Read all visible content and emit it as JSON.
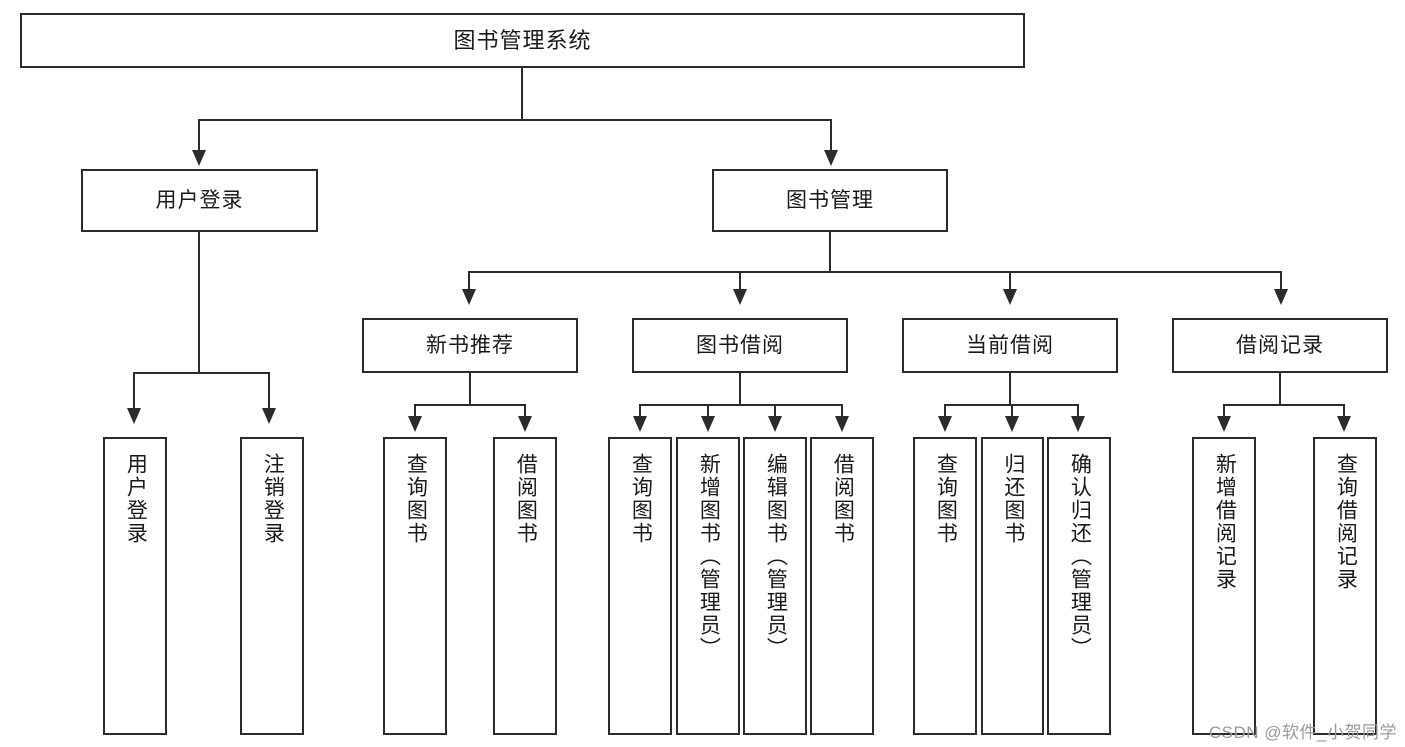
{
  "diagram": {
    "type": "tree-hierarchy",
    "title": "图书管理系统",
    "root": {
      "label": "图书管理系统"
    },
    "level2": [
      {
        "id": "user-login",
        "label": "用户登录"
      },
      {
        "id": "book-manage",
        "label": "图书管理"
      }
    ],
    "level3": [
      {
        "id": "new-book-recommend",
        "label": "新书推荐"
      },
      {
        "id": "book-borrow",
        "label": "图书借阅"
      },
      {
        "id": "current-borrow",
        "label": "当前借阅"
      },
      {
        "id": "borrow-record",
        "label": "借阅记录"
      }
    ],
    "leaves": {
      "user_login": [
        {
          "id": "leaf-user-login",
          "label": "用户登录"
        },
        {
          "id": "leaf-logout-login",
          "label": "注销登录"
        }
      ],
      "new_book_recommend": [
        {
          "id": "leaf-query-book-1",
          "label": "查询图书"
        },
        {
          "id": "leaf-borrow-book-1",
          "label": "借阅图书"
        }
      ],
      "book_borrow": [
        {
          "id": "leaf-query-book-2",
          "label": "查询图书"
        },
        {
          "id": "leaf-add-book",
          "label": "新增图书（管理员）"
        },
        {
          "id": "leaf-edit-book",
          "label": "编辑图书（管理员）"
        },
        {
          "id": "leaf-borrow-book-2",
          "label": "借阅图书"
        }
      ],
      "current_borrow": [
        {
          "id": "leaf-query-book-3",
          "label": "查询图书"
        },
        {
          "id": "leaf-return-book",
          "label": "归还图书"
        },
        {
          "id": "leaf-confirm-return",
          "label": "确认归还（管理员）"
        }
      ],
      "borrow_record": [
        {
          "id": "leaf-add-record",
          "label": "新增借阅记录"
        },
        {
          "id": "leaf-query-record",
          "label": "查询借阅记录"
        }
      ]
    }
  },
  "watermark": {
    "text": "CSDN @软件_小贺同学"
  },
  "colors": {
    "stroke": "#2b2b2b",
    "background": "#ffffff",
    "text": "#1a1a1a",
    "watermark": "#9a9a9a"
  }
}
